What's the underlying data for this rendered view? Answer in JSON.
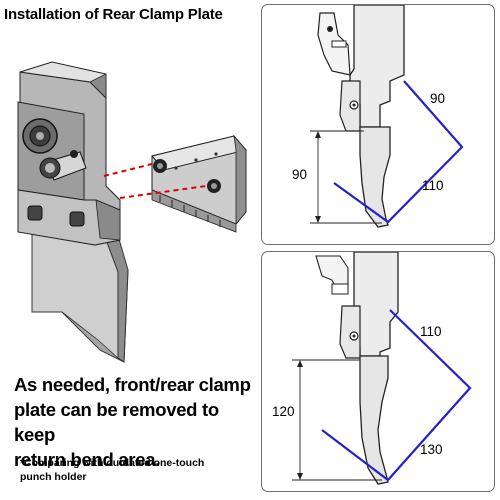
{
  "title": "Installation of Rear Clamp Plate",
  "caption": {
    "line1": "As needed, front/rear clamp",
    "line2": "plate can be removed to keep",
    "line3": "return bend area."
  },
  "note": {
    "line1": "*Comparing with outdated one-touch",
    "line2": "punch holder"
  },
  "panel_top": {
    "label_diag_upper": "90",
    "label_diag_lower": "110",
    "label_height": "90"
  },
  "panel_bottom": {
    "label_diag_upper": "110",
    "label_diag_lower": "130",
    "label_height": "120"
  },
  "colors": {
    "dimension_line": "#2222cc",
    "dashed_alignment": "#dd0000",
    "metal_light": "#c8c8c8",
    "metal_dark": "#555555"
  }
}
